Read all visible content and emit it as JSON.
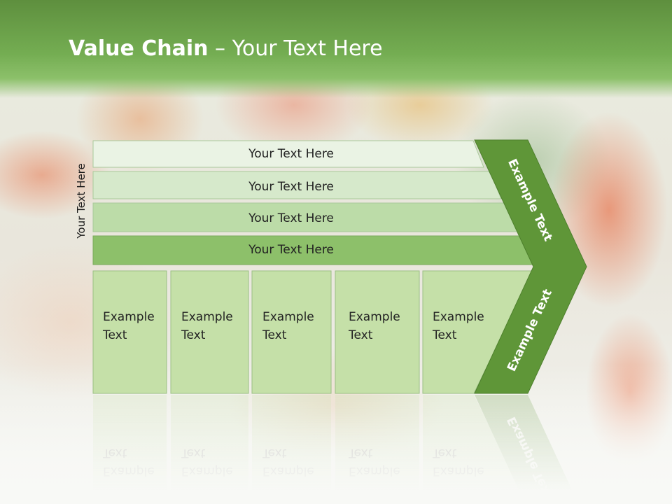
{
  "title": {
    "bold": "Value Chain",
    "sep": " – ",
    "rest": "Your Text Here"
  },
  "side_label": "Your Text Here",
  "bars": [
    {
      "label": "Your Text Here",
      "color": "#eaf3e4"
    },
    {
      "label": "Your Text Here",
      "color": "#d6e9cb"
    },
    {
      "label": "Your Text Here",
      "color": "#bcdca8"
    },
    {
      "label": "Your Text Here",
      "color": "#8dc06a"
    }
  ],
  "boxes": [
    {
      "line1": "Example",
      "line2": "Text"
    },
    {
      "line1": "Example",
      "line2": "Text"
    },
    {
      "line1": "Example",
      "line2": "Text"
    },
    {
      "line1": "Example",
      "line2": "Text"
    },
    {
      "line1": "Example",
      "line2": "Text"
    }
  ],
  "chevron": {
    "upper_label": "Example Text",
    "lower_label": "Example Text",
    "color": "#5f9638"
  },
  "colors": {
    "header": "#74ad52",
    "box_fill": "#c5e0a8",
    "box_stroke": "#9abf84"
  }
}
